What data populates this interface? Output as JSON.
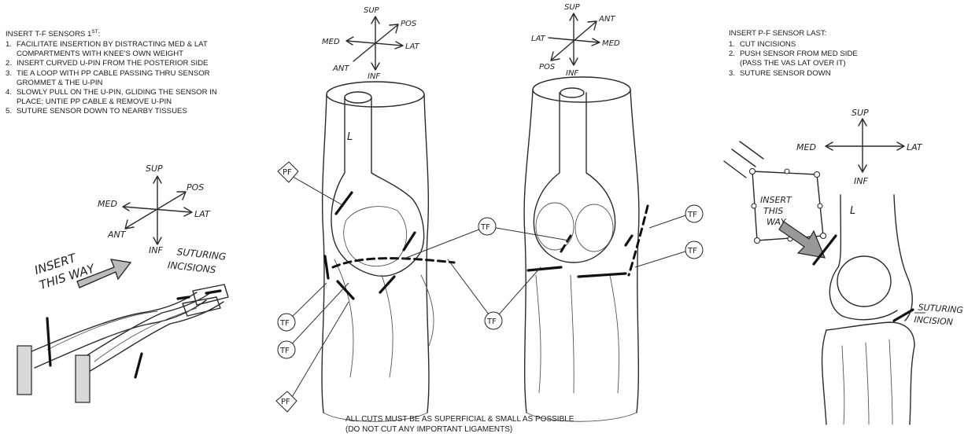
{
  "left_panel": {
    "heading": "INSERT T-F SENSORS 1",
    "heading_sup": "ST",
    "heading_suffix": ":",
    "steps": [
      {
        "num": "1.",
        "lines": [
          "FACILITATE INSERTION BY DISTRACTING MED & LAT",
          "COMPARTMENTS WITH KNEE'S OWN WEIGHT"
        ]
      },
      {
        "num": "2.",
        "lines": [
          "INSERT CURVED U-PIN FROM THE POSTERIOR SIDE"
        ]
      },
      {
        "num": "3.",
        "lines": [
          "TIE A LOOP WITH PP CABLE PASSING THRU SENSOR",
          "GROMMET & THE U-PIN"
        ]
      },
      {
        "num": "4.",
        "lines": [
          "SLOWLY PULL ON THE U-PIN, GLIDING THE SENSOR IN",
          "PLACE; UNTIE PP CABLE & REMOVE U-PIN"
        ]
      },
      {
        "num": "5.",
        "lines": [
          "SUTURE SENSOR DOWN TO NEARBY TISSUES"
        ]
      }
    ],
    "compass": {
      "sup": "SUP",
      "pos": "POS",
      "med": "MED",
      "lat": "LAT",
      "ant": "ANT",
      "inf": "INF"
    },
    "insert_label": [
      "INSERT",
      "THIS WAY"
    ],
    "suturing_label": [
      "SUTURING",
      "INCISIONS"
    ]
  },
  "middle_panel": {
    "compass_front": {
      "sup": "SUP",
      "pos": "POS",
      "med": "MED",
      "lat": "LAT",
      "ant": "ANT",
      "inf": "INF"
    },
    "compass_back": {
      "sup": "SUP",
      "ant": "ANT",
      "lat": "LAT",
      "med": "MED",
      "pos": "POS",
      "inf": "INF"
    },
    "side_label": "L",
    "callout_pf": "PF",
    "callout_tf": "TF",
    "note": [
      "ALL CUTS MUST BE AS SUPERFICIAL & SMALL AS POSSIBLE",
      "(DO NOT CUT ANY IMPORTANT LIGAMENTS)"
    ]
  },
  "right_panel": {
    "heading": "INSERT P-F SENSOR LAST:",
    "steps": [
      {
        "num": "1.",
        "lines": [
          "CUT INCISIONS"
        ]
      },
      {
        "num": "2.",
        "lines": [
          "PUSH SENSOR FROM MED SIDE",
          "(PASS THE VAS LAT OVER IT)"
        ]
      },
      {
        "num": "3.",
        "lines": [
          "SUTURE SENSOR DOWN"
        ]
      }
    ],
    "compass": {
      "sup": "SUP",
      "med": "MED",
      "lat": "LAT",
      "inf": "INF"
    },
    "insert_label": [
      "INSERT",
      "THIS",
      "WAY"
    ],
    "side_label": "L",
    "suturing_label": [
      "SUTURING",
      "INCISION"
    ]
  }
}
